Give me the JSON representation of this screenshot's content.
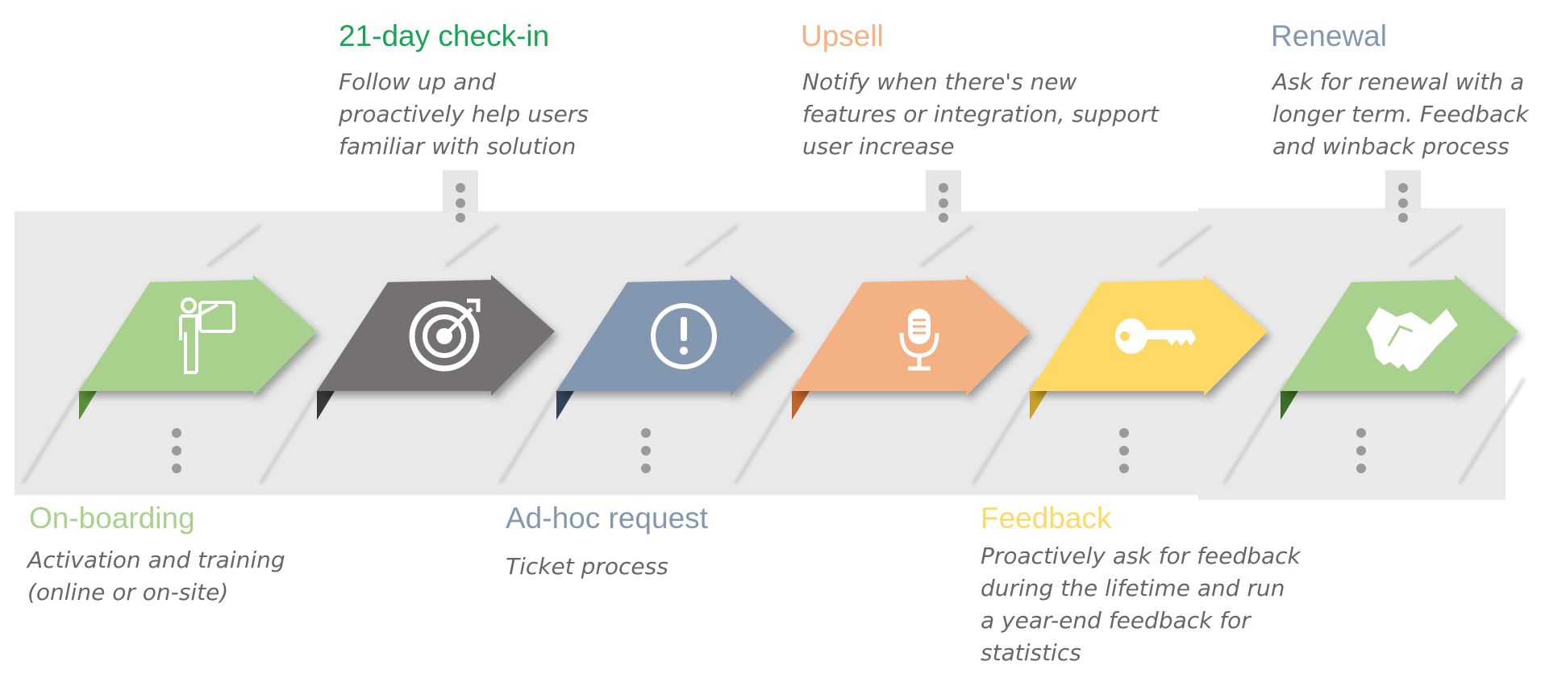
{
  "stages": [
    {
      "title": "On-boarding",
      "desc": [
        "Activation and training",
        "(online or on-site)"
      ],
      "color": "#a9d18e",
      "dark": "#5a8f3a",
      "icon": "presenter-icon",
      "label_pos": "bottom"
    },
    {
      "title": "21-day check-in",
      "desc": [
        "Follow up and",
        "proactively help users",
        "familiar with solution"
      ],
      "color": "#767171",
      "dark": "#3a3838",
      "title_color": "#17a554",
      "icon": "target-icon",
      "label_pos": "top"
    },
    {
      "title": "Ad-hoc request",
      "desc": [
        "Ticket process"
      ],
      "color": "#8497b0",
      "dark": "#34445a",
      "icon": "exclamation-icon",
      "label_pos": "bottom"
    },
    {
      "title": "Upsell",
      "desc": [
        "Notify when there's new",
        "features or integration, support",
        "user increase"
      ],
      "color": "#f4b183",
      "dark": "#c0662a",
      "icon": "microphone-icon",
      "label_pos": "top"
    },
    {
      "title": "Feedback",
      "desc": [
        "Proactively ask for feedback",
        "during the lifetime and run",
        "a year-end feedback for",
        "statistics"
      ],
      "color": "#ffd966",
      "dark": "#c9a02a",
      "icon": "key-icon",
      "label_pos": "bottom"
    },
    {
      "title": "Renewal",
      "desc": [
        "Ask for renewal with a",
        "longer term. Feedback",
        "and winback process"
      ],
      "color": "#a9d18e",
      "dark": "#3c6e2a",
      "title_color": "#8497b0",
      "icon": "handshake-icon",
      "label_pos": "top"
    }
  ]
}
